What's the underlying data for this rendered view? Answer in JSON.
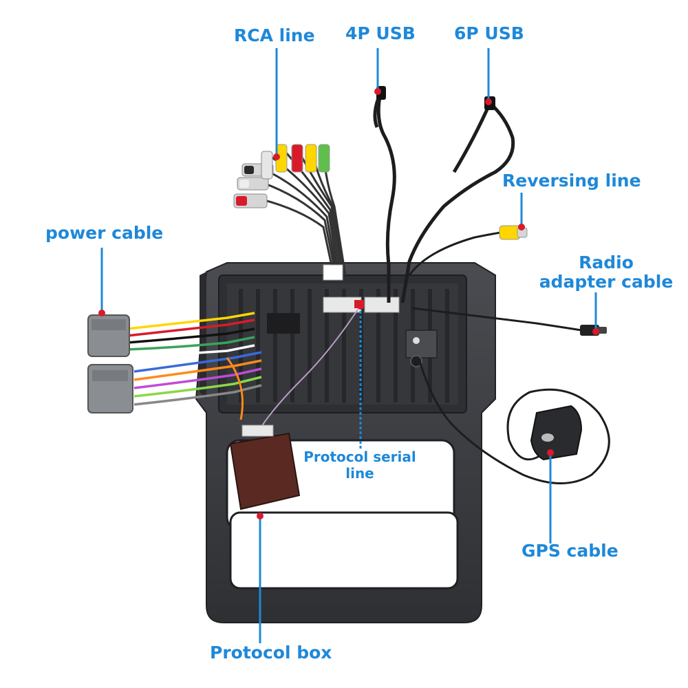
{
  "labels": {
    "rca_line": "RCA line",
    "usb_4p": "4P USB",
    "usb_6p": "6P USB",
    "reversing_line": "Reversing line",
    "power_cable": "power cable",
    "radio_adapter_line1": "Radio",
    "radio_adapter_line2": "adapter cable",
    "protocol_serial_line1": "Protocol serial",
    "protocol_serial_line2": "line",
    "gps_cable": "GPS cable",
    "protocol_box": "Protocol box"
  },
  "colors": {
    "label_blue": "#1e88d8",
    "callout_dot": "#d81b2a",
    "panel_dark": "#3a3c40"
  }
}
